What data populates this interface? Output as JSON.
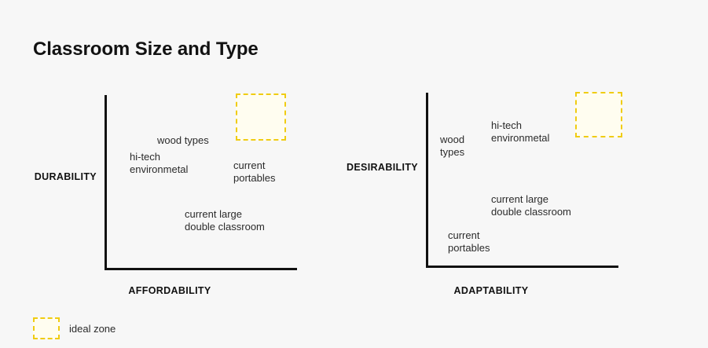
{
  "page": {
    "title": "Classroom Size and Type",
    "background_color": "#f7f7f7"
  },
  "legend": {
    "items": [
      {
        "label": "ideal zone",
        "fill_color": "#fffdf0",
        "border_color": "#f0cc12",
        "border_style": "dashed"
      }
    ]
  },
  "chart_data": [
    {
      "type": "scatter",
      "title": "Durability vs Affordability",
      "xlabel": "AFFORDABILITY",
      "ylabel": "DURABILITY",
      "xlim": [
        0,
        100
      ],
      "ylim": [
        0,
        100
      ],
      "grid": false,
      "legend_position": "bottom-left",
      "points": [
        {
          "label": "wood types",
          "x": 30,
          "y": 76
        },
        {
          "label": "hi-tech\nenvironmetal",
          "x": 16,
          "y": 66
        },
        {
          "label": "current\nportables",
          "x": 70,
          "y": 62
        },
        {
          "label": "current large\ndouble classroom",
          "x": 56,
          "y": 34
        }
      ],
      "annotations": [
        {
          "label": "ideal zone",
          "x_range": [
            68,
            96
          ],
          "y_range": [
            84,
            100
          ]
        }
      ]
    },
    {
      "type": "scatter",
      "title": "Desirability vs Adaptability",
      "xlabel": "ADAPTABILITY",
      "ylabel": "DESIRABILITY",
      "xlim": [
        0,
        100
      ],
      "ylim": [
        0,
        100
      ],
      "grid": false,
      "legend_position": "bottom-left",
      "points": [
        {
          "label": "wood\ntypes",
          "x": 13,
          "y": 70
        },
        {
          "label": "hi-tech\nenvironmetal",
          "x": 36,
          "y": 79
        },
        {
          "label": "current large\ndouble classroom",
          "x": 36,
          "y": 40
        },
        {
          "label": "current\nportables",
          "x": 13,
          "y": 26
        }
      ],
      "annotations": [
        {
          "label": "ideal zone",
          "x_range": [
            78,
            100
          ],
          "y_range": [
            84,
            100
          ]
        }
      ]
    }
  ],
  "charts": [
    {
      "y_axis_label": "DURABILITY",
      "x_axis_label": "AFFORDABILITY",
      "labels": [
        "wood types",
        "hi-tech\nenvironmetal",
        "current\nportables",
        "current large\ndouble classroom"
      ]
    },
    {
      "y_axis_label": "DESIRABILITY",
      "x_axis_label": "ADAPTABILITY",
      "labels": [
        "wood\ntypes",
        "hi-tech\nenvironmetal",
        "current large\ndouble classroom",
        "current\nportables"
      ]
    }
  ]
}
